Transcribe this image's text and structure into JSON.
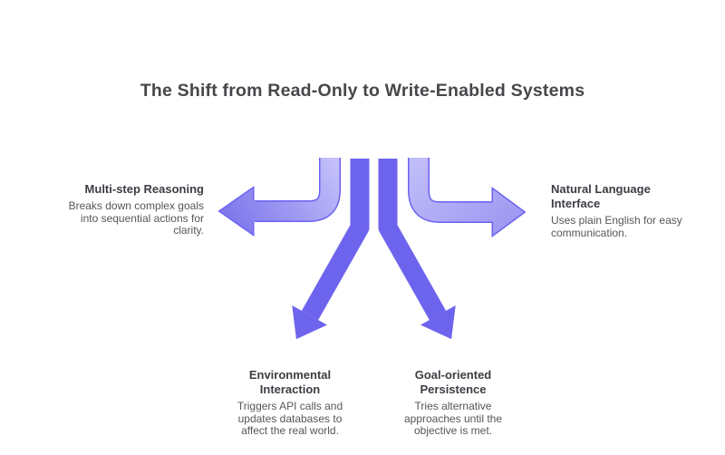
{
  "title": "The Shift from Read-Only to Write-Enabled Systems",
  "features": {
    "multi_step": {
      "heading": "Multi-step Reasoning",
      "body": "Breaks down complex goals into sequential actions for clarity."
    },
    "natural_language": {
      "heading": "Natural Language Interface",
      "body": "Uses plain English for easy communication."
    },
    "environmental": {
      "heading": "Environmental Interaction",
      "body": "Triggers API calls and updates databases to affect the real world."
    },
    "goal_oriented": {
      "heading": "Goal-oriented Persistence",
      "body": "Tries alternative approaches until the objective is met."
    }
  },
  "icons": {
    "left": "branch-arrow-left",
    "right": "branch-arrow-right",
    "down_left": "branch-arrow-down-left",
    "down_right": "branch-arrow-down-right"
  },
  "colors": {
    "background": "#ffffff",
    "title_text": "#47474b",
    "heading_text": "#3d3d44",
    "body_text": "#56565c",
    "arrow_outline": "#6b62f0",
    "arrow_solid": "#6d64ee",
    "arrow_left_light": "#c6c2fa",
    "arrow_left_dark": "#8079ec",
    "arrow_right_light": "#c0bcf8",
    "arrow_right_dark": "#a09af2"
  }
}
